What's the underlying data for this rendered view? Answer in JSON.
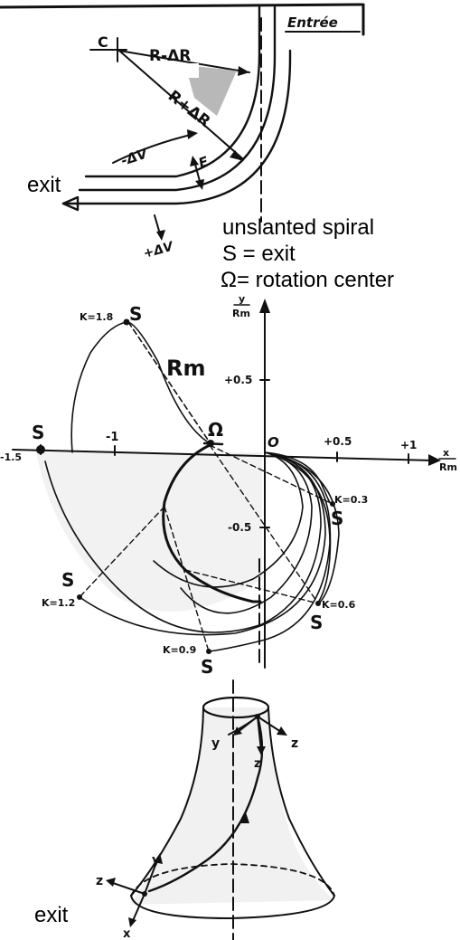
{
  "top_diagram": {
    "header": "Entrée",
    "center": "C",
    "radius_minus": "R-ΔR",
    "radius_plus": "R+ΔR",
    "delta_v_minus": "-ΔV",
    "delta_v_plus": "+ΔV",
    "gap": "E",
    "exit": "exit"
  },
  "legend": {
    "line1": "unslanted spiral",
    "line2": "S = exit",
    "line3": "Ω= rotation center"
  },
  "spiral_plot": {
    "y_axis_fraction_top": "y",
    "y_axis_fraction_bottom": "Rm",
    "x_axis_fraction_top": "x",
    "x_axis_fraction_bottom": "Rm",
    "radius_label": "Rm",
    "origin_label": "O",
    "omega_label": "Ω",
    "x_ticks": [
      "-1.5",
      "-1",
      "+0.5",
      "+1"
    ],
    "y_ticks": [
      "+0.5",
      "-0.5"
    ],
    "curves": [
      {
        "k": "K=1.8",
        "exit": "S"
      },
      {
        "k": "K=0.3",
        "exit": "S"
      },
      {
        "k": "K=0.6",
        "exit": "S"
      },
      {
        "k": "K=0.9",
        "exit": "S"
      },
      {
        "k": "K=1.2",
        "exit": "S"
      }
    ],
    "left_exit": "S"
  },
  "cone_diagram": {
    "axis_z_top": "z",
    "axis_y_top": "y",
    "axis_z_mid": "z",
    "axis_x_bottom": "x",
    "axis_y_bottom": "y",
    "axis_z_bottom": "z",
    "exit": "exit"
  }
}
